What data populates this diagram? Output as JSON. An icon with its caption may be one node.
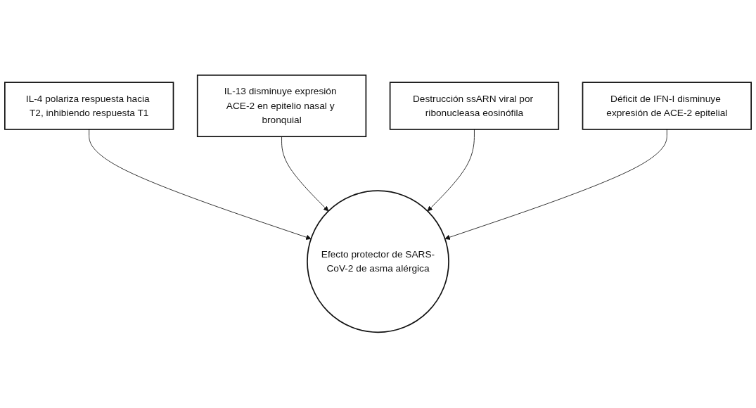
{
  "diagram": {
    "nodes": [
      {
        "text": [
          "IL-4 polariza respuesta hacia T2, inhibiendo respuesta T1"
        ]
      },
      {
        "text": [
          "IL-13 disminuye expresión ACE-2 en epitelio nasal y bronquial"
        ]
      },
      {
        "text": [
          "Destrucción ssARN viral por ribonucleasa eosinófila"
        ]
      },
      {
        "text": [
          "Efecto protector de SARS-CoV-2 de asma alérgica"
        ]
      },
      {
        "text": [
          "Déficit de IFN-I disminuye expresión de ACE-2 epitelial"
        ]
      }
    ],
    "edges": [
      {
        "from": 0,
        "to": 3,
        "arrow": "to"
      },
      {
        "from": 1,
        "to": 3,
        "arrow": "to"
      },
      {
        "from": 2,
        "to": 3,
        "arrow": "to"
      },
      {
        "from": 4,
        "to": 3,
        "arrow": "to"
      }
    ]
  }
}
